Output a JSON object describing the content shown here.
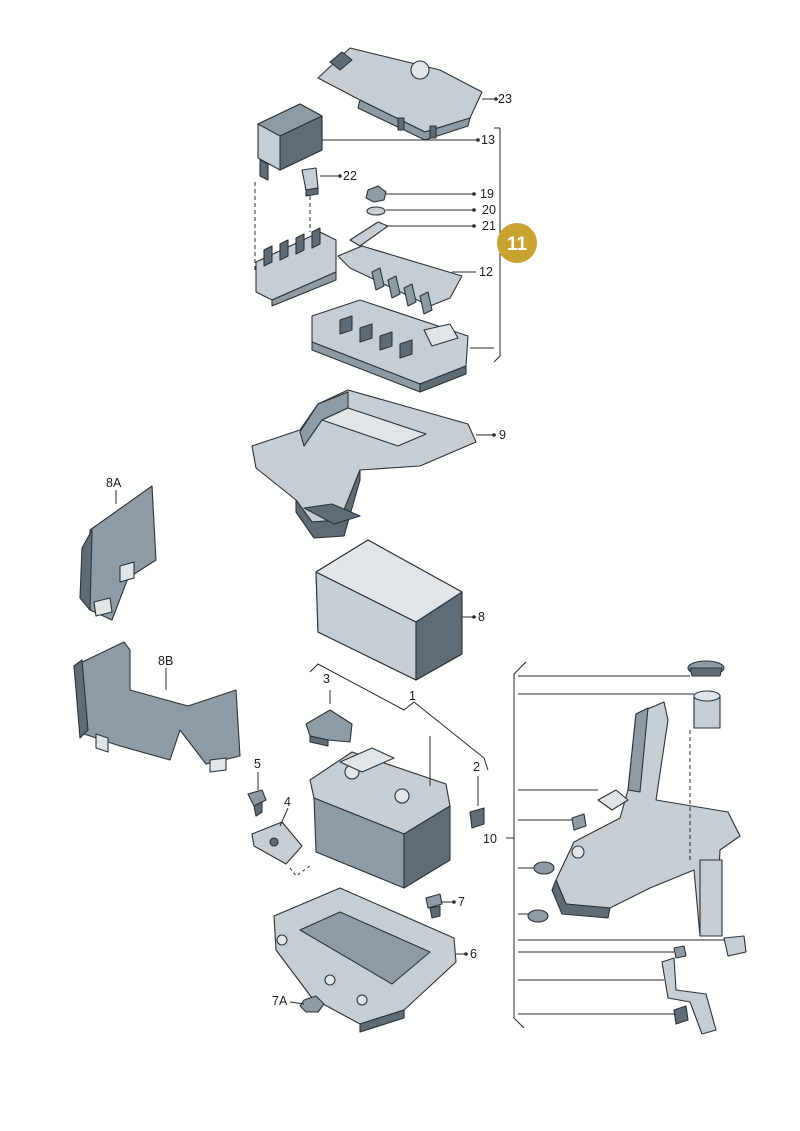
{
  "badge": {
    "label": "11",
    "color": "#c9a22f"
  },
  "callouts": {
    "c23": "23",
    "c13": "13",
    "c22": "22",
    "c19": "19",
    "c20": "20",
    "c21": "21",
    "c12": "12",
    "c9": "9",
    "c8a": "8A",
    "c8": "8",
    "c8b": "8B",
    "c3": "3",
    "c1": "1",
    "c5": "5",
    "c4": "4",
    "c2": "2",
    "c10": "10",
    "c7": "7",
    "c6": "6",
    "c7a": "7A"
  },
  "colors": {
    "part_dark": "#5f6c75",
    "part_mid": "#8e9ba4",
    "part_light": "#c6ced4",
    "line": "#2a2a2a"
  }
}
